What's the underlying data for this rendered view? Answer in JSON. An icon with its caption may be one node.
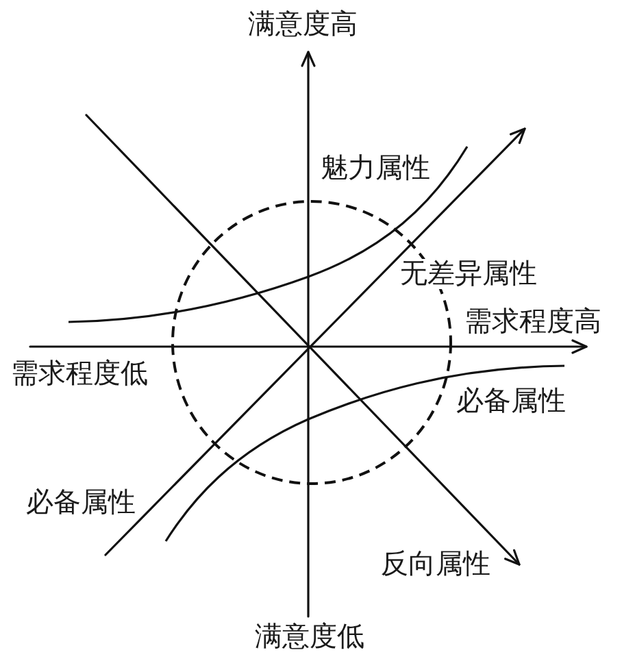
{
  "diagram": {
    "nodes": [
      {
        "text": [],
        "shape": "circle"
      }
    ],
    "labels": [
      "满意度高",
      "魅力属性",
      "无差异属性",
      "需求程度高",
      "需求程度低",
      "必备属性",
      "必备属性",
      "反向属性",
      "满意度低"
    ]
  }
}
